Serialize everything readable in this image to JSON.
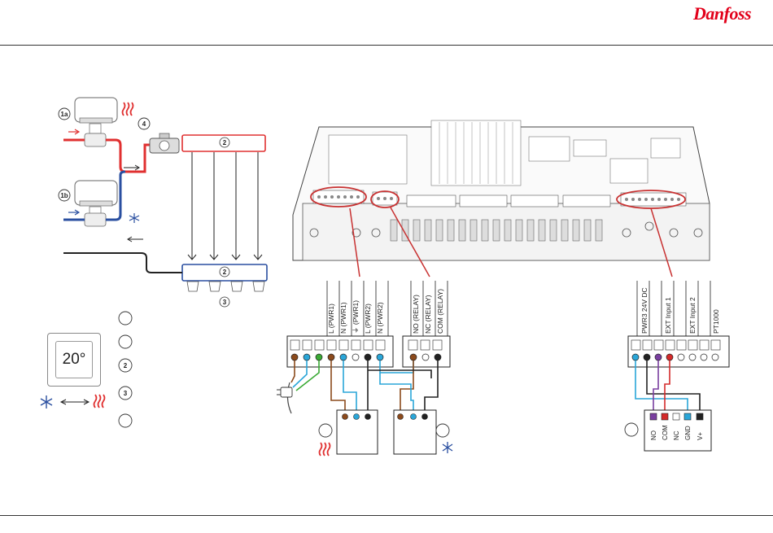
{
  "brand": {
    "logo_text": "Danfoss",
    "color": "#e2001a"
  },
  "thermostat": {
    "display": "20°"
  },
  "callouts": {
    "c1a": "1a",
    "c1b": "1b",
    "c2": "2",
    "c3": "3",
    "c4": "4",
    "legend": [
      "",
      "",
      "2",
      "3",
      ""
    ]
  },
  "left_terminal_labels": [
    "L (PWR1)",
    "N (PWR1)",
    "⏚ (PWR1)",
    "L (PWR2)",
    "N (PWR2)"
  ],
  "relay_labels": [
    "NO (RELAY)",
    "NC (RELAY)",
    "COM (RELAY)"
  ],
  "right_terminal_labels": [
    "PWR3 24V DC",
    "EXT Input 1",
    "EXT Input 2",
    "PT1000"
  ],
  "device_labels": [
    "NO",
    "COM",
    "NC",
    "GND",
    "V+"
  ],
  "colors": {
    "hot": "#e03030",
    "cold": "#2a4fa0",
    "brown": "#8b4a1c",
    "blue_wire": "#2aa6d8",
    "green_wire": "#3aaa35",
    "purple_wire": "#7a3fa0",
    "red_wire": "#d42a2a",
    "outline": "#c83232"
  },
  "icons": [
    "heat-icon",
    "snowflake-icon",
    "plug-icon",
    "arrow-icon"
  ]
}
